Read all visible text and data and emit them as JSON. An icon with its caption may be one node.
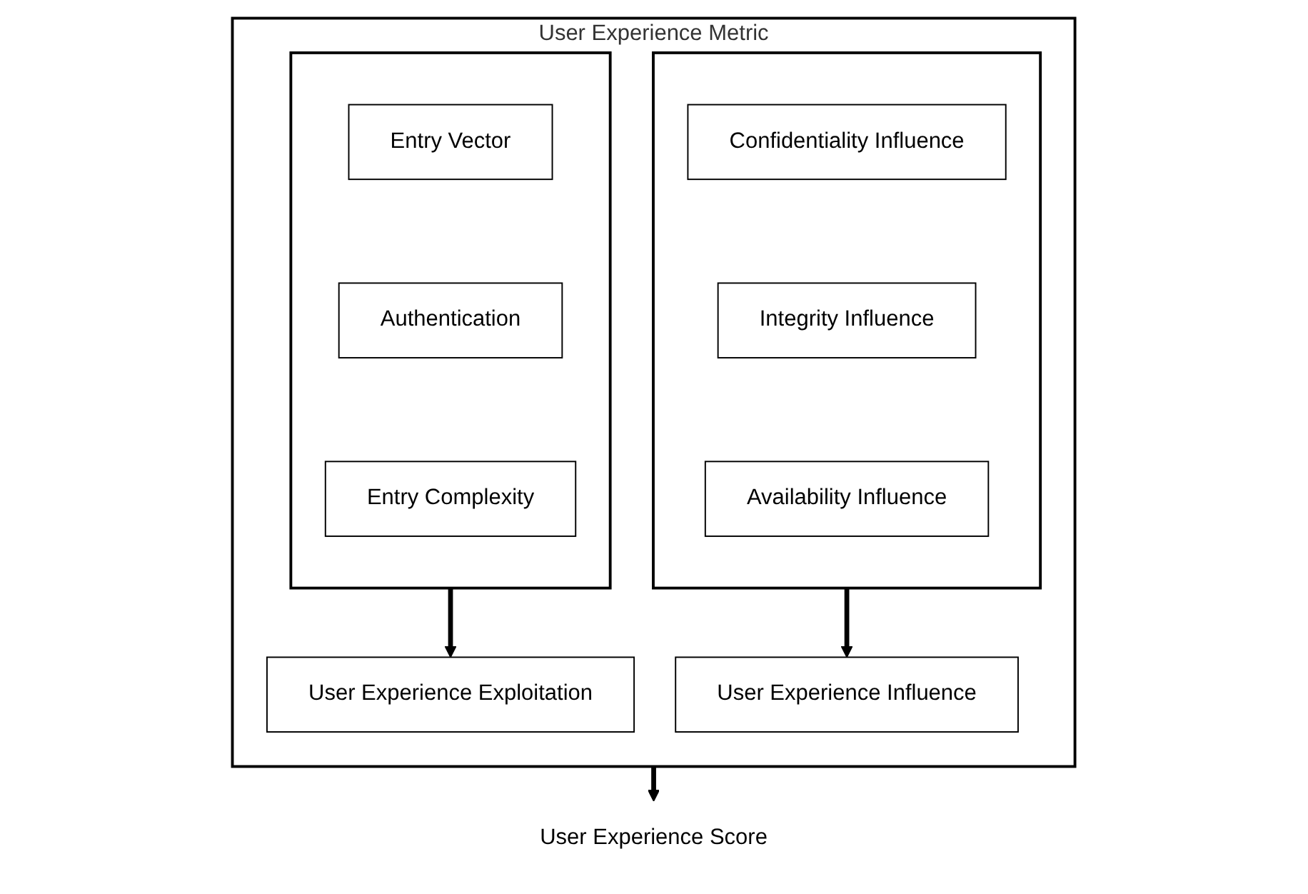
{
  "diagram": {
    "nodes": [
      {
        "text": [
          "User Experience Metric"
        ]
      },
      {
        "text": [],
        "shape": "box",
        "in": 0
      },
      {
        "text": [
          "Entry Vector"
        ],
        "in": 1
      },
      {
        "text": [
          "Authentication"
        ],
        "in": 1
      },
      {
        "text": [
          "Entry Complexity"
        ],
        "in": 1
      },
      {
        "text": [],
        "shape": "box",
        "in": 0
      },
      {
        "text": [
          "Confidentiality Influence"
        ],
        "in": 5
      },
      {
        "text": [
          "Integrity Influence"
        ],
        "in": 5
      },
      {
        "text": [
          "Availability Influence"
        ],
        "in": 5
      },
      {
        "text": [
          "User Experience Exploitation"
        ],
        "in": 0
      },
      {
        "text": [
          "User Experience Influence"
        ],
        "in": 0
      },
      {
        "text": [
          "User Experience Score"
        ]
      }
    ],
    "edges": [
      {
        "from": 1,
        "to": 9,
        "arrow": "to"
      },
      {
        "from": 5,
        "to": 10,
        "arrow": "to"
      },
      {
        "from": 0,
        "to": 11,
        "arrow": "to"
      }
    ]
  }
}
